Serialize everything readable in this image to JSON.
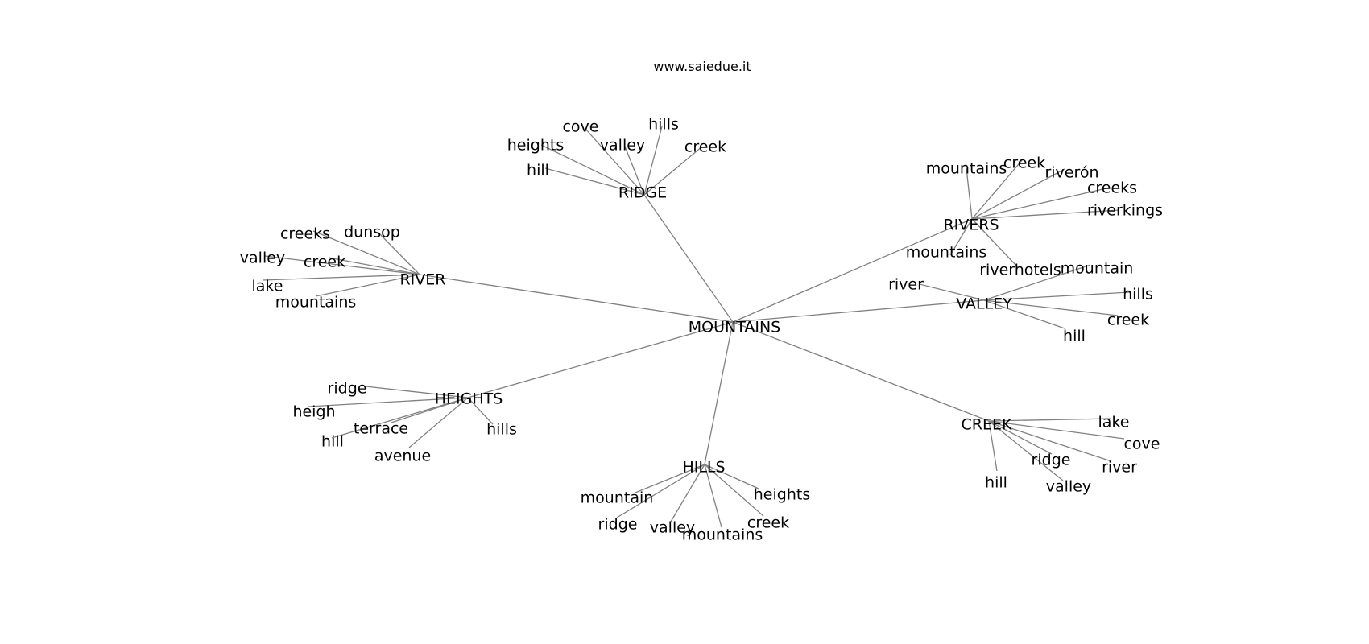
{
  "site_label": "www.saiedue.it",
  "graph": {
    "root": "MOUNTAINS",
    "hubs": [
      {
        "id": "ridge",
        "label": "RIDGE",
        "leaves": [
          "cove",
          "hills",
          "heights",
          "valley",
          "creek",
          "hill"
        ]
      },
      {
        "id": "river",
        "label": "RIVER",
        "leaves": [
          "creeks",
          "dunsop",
          "valley",
          "creek",
          "lake",
          "mountains"
        ]
      },
      {
        "id": "rivers",
        "label": "RIVERS",
        "leaves": [
          "mountains",
          "creek",
          "riverón",
          "creeks",
          "riverkings",
          "mountains",
          "riverhotels"
        ]
      },
      {
        "id": "valley",
        "label": "VALLEY",
        "leaves": [
          "river",
          "mountain",
          "hills",
          "creek",
          "hill"
        ]
      },
      {
        "id": "heights",
        "label": "HEIGHTS",
        "leaves": [
          "ridge",
          "heigh",
          "terrace",
          "hill",
          "hills",
          "avenue"
        ]
      },
      {
        "id": "hills",
        "label": "HILLS",
        "leaves": [
          "heights",
          "mountain",
          "creek",
          "ridge",
          "valley",
          "mountains"
        ]
      },
      {
        "id": "creek",
        "label": "CREEK",
        "leaves": [
          "lake",
          "cove",
          "ridge",
          "river",
          "hill",
          "valley"
        ]
      }
    ]
  }
}
